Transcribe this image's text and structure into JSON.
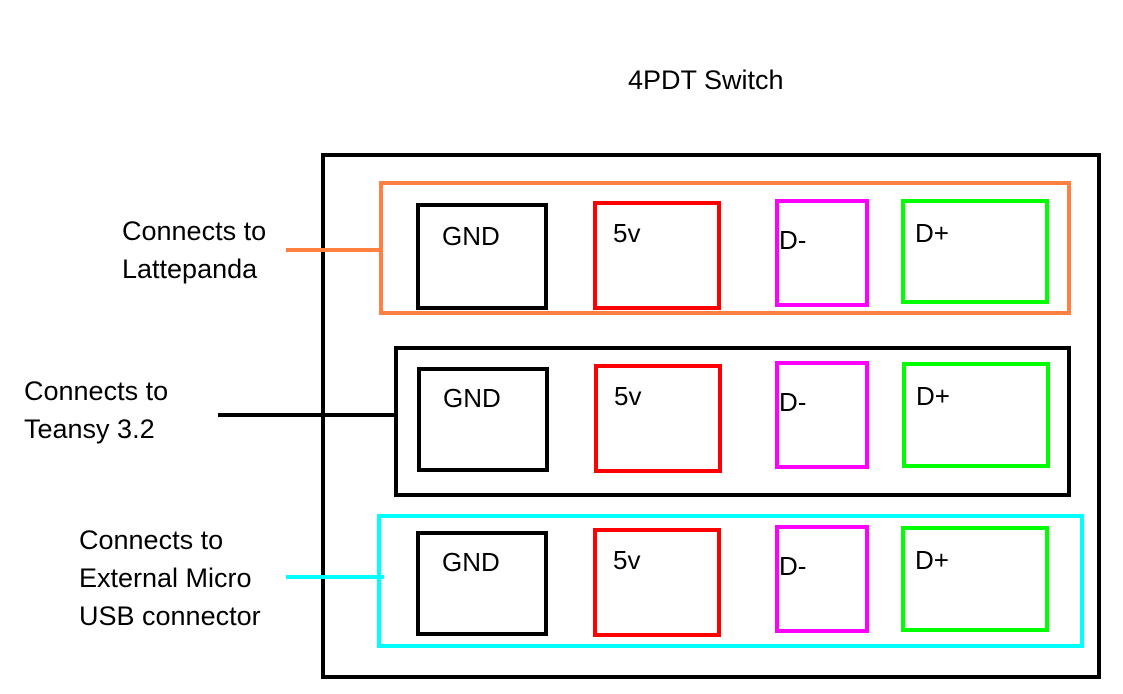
{
  "title": "4PDT Switch",
  "rows": [
    {
      "label_lines": [
        "Connects to",
        "Lattepanda"
      ],
      "group_color": "#ff8040",
      "pins": [
        "GND",
        "5v",
        "D-",
        "D+"
      ]
    },
    {
      "label_lines": [
        "Connects to",
        "Teansy 3.2"
      ],
      "group_color": "#000000",
      "pins": [
        "GND",
        "5v",
        "D-",
        "D+"
      ]
    },
    {
      "label_lines": [
        "Connects to",
        "External Micro",
        "USB connector"
      ],
      "group_color": "#00ffff",
      "pins": [
        "GND",
        "5v",
        "D-",
        "D+"
      ]
    }
  ],
  "pin_colors": {
    "GND": "#000000",
    "5v": "#ff0000",
    "D-": "#ff00ff",
    "D+": "#00ff00"
  }
}
